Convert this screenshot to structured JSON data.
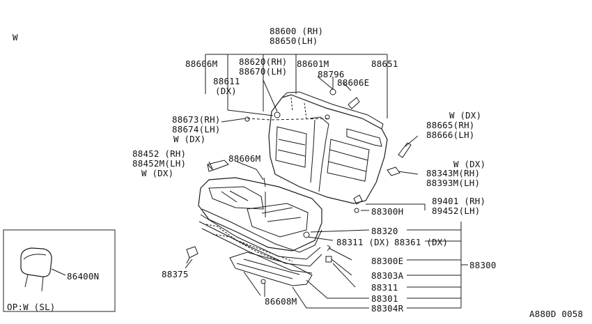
{
  "corner_mark": "W",
  "footer_code": "A880D 0058",
  "labels": {
    "p88600": "88600 (RH)",
    "p88650": "88650(LH)",
    "p88606m_top": "88606M",
    "p88620": "88620(RH)",
    "p88670": "88670(LH)",
    "p88601m": "88601M",
    "p88651": "88651",
    "p88796": "88796",
    "p88611": "88611",
    "dx_88611": "(DX)",
    "p88606e": "88606E",
    "p88673": "88673(RH)",
    "p88674": "88674(LH)",
    "wdx_88673": "W (DX)",
    "wdx_88665": "W (DX)",
    "p88665": "88665(RH)",
    "p88666": "88666(LH)",
    "p88452": "88452 (RH)",
    "p88452m": "88452M(LH)",
    "wdx_88452": "W (DX)",
    "p88606m_mid": "88606M",
    "wdx_88343": "W (DX)",
    "p88343m": "88343M(RH)",
    "p88393m": "88393M(LH)",
    "p89401": "89401 (RH)",
    "p89452": "89452(LH)",
    "p88300h": "88300H",
    "p88320": "88320",
    "p88311dx": "88311 (DX)",
    "p88361dx": "88361 (DX)",
    "p88300e": "88300E",
    "p88300": "88300",
    "p88303a": "88303A",
    "p88311": "88311",
    "p88301": "88301",
    "p86608m": "86608M",
    "p88304r": "88304R",
    "p88375": "88375",
    "p86400n": "86400N",
    "inset_caption": "OP:W (SL)"
  }
}
